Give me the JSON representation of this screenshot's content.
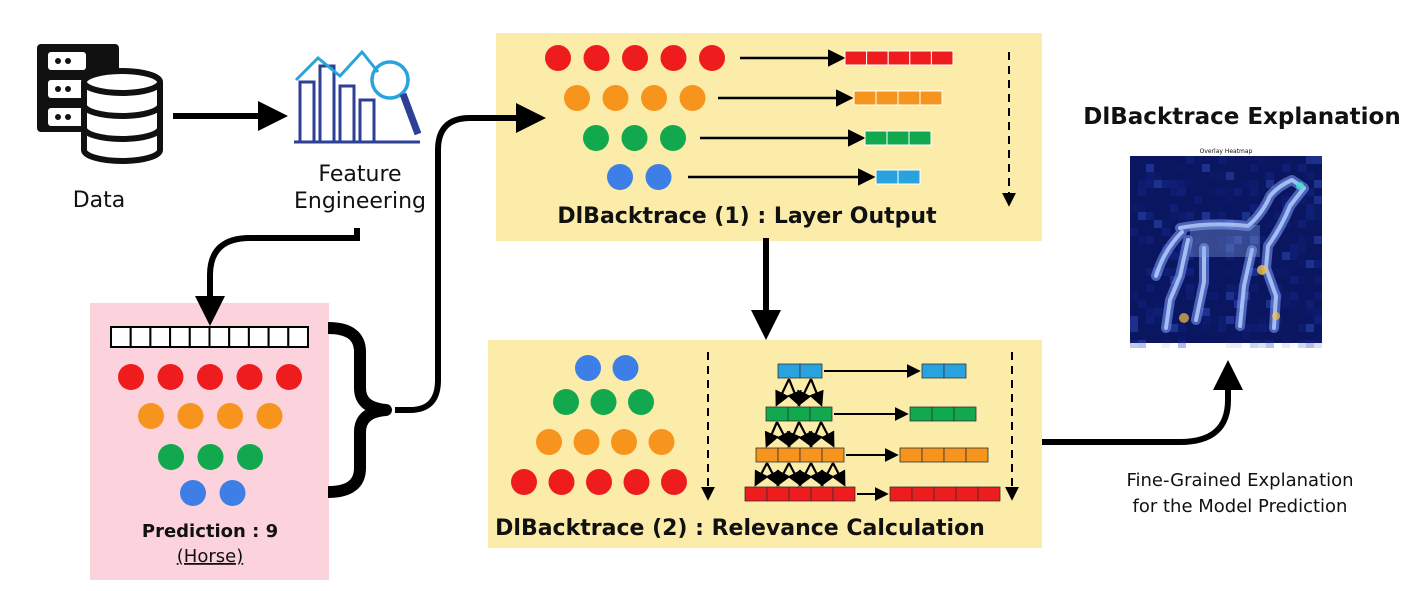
{
  "labels": {
    "data": "Data",
    "feature_line1": "Feature",
    "feature_line2": "Engineering",
    "layer_output": "DlBacktrace (1) : Layer Output",
    "relevance": "DlBacktrace (2) : Relevance Calculation",
    "prediction": "Prediction : 9",
    "prediction_class": "(Horse)",
    "explanation_title": "DlBacktrace Explanation",
    "heatmap_title": "Overlay Heatmap",
    "finegrained_line1": "Fine-Grained Explanation",
    "finegrained_line2": "for the Model Prediction"
  },
  "colors": {
    "red": "#ee1c1c",
    "orange": "#f7941d",
    "green": "#11a84e",
    "blue": "#3d7fe6",
    "cyan": "#29a3dd",
    "panel_yellow": "#fbeca9",
    "panel_pink": "#fcd3dc",
    "heatmap_bg": "#0a1660"
  },
  "icons": {
    "data": "database-server-icon",
    "feature": "bar-chart-magnifier-icon"
  },
  "network_layers": [
    {
      "color": "red",
      "neurons": 5
    },
    {
      "color": "orange",
      "neurons": 4
    },
    {
      "color": "green",
      "neurons": 3
    },
    {
      "color": "blue",
      "neurons": 2
    }
  ],
  "output_vector_cells": 10
}
